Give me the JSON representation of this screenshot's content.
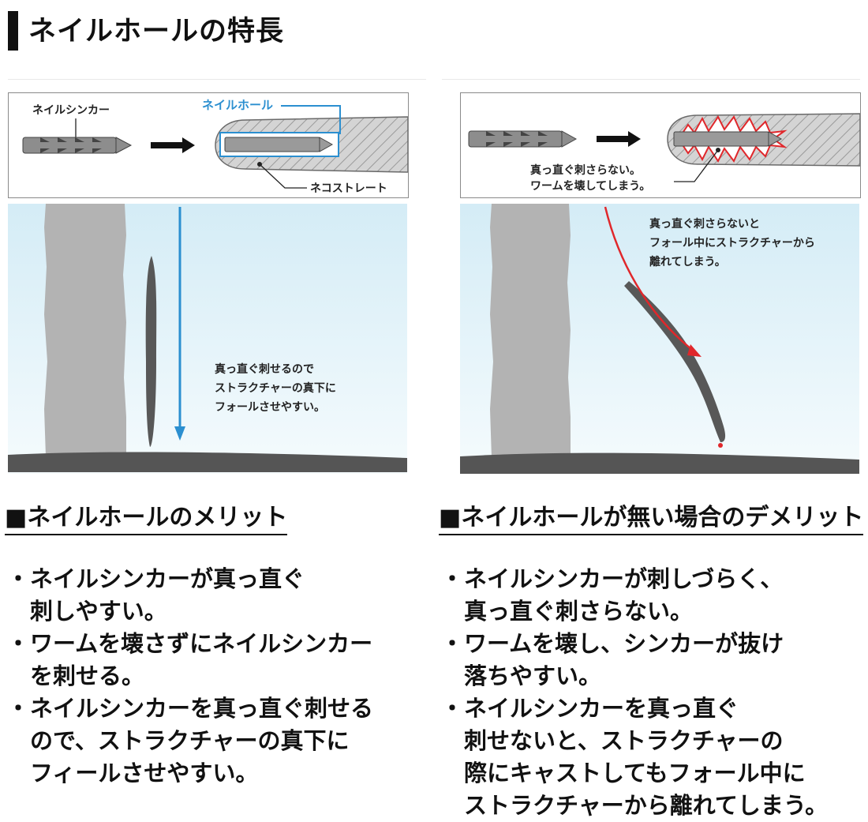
{
  "title": "ネイルホールの特長",
  "left_panel": {
    "label_sinker": "ネイルシンカー",
    "label_hole": "ネイルホール",
    "label_worm": "ネコストレート",
    "scene_caption": [
      "真っ直ぐ刺せるので",
      "ストラクチャーの真下に",
      "フォールさせやすい。"
    ]
  },
  "right_panel": {
    "inset_caption": [
      "真っ直ぐ刺さらない。",
      "ワームを壊してしまう。"
    ],
    "scene_caption": [
      "真っ直ぐ刺さらないと",
      "フォール中にストラクチャーから",
      "離れてしまう。"
    ]
  },
  "merits": {
    "heading": "■ネイルホールのメリット",
    "bullet": "・",
    "items": [
      "ネイルシンカーが真っ直ぐ\n刺しやすい。",
      "ワームを壊さずにネイルシンカー\nを刺せる。",
      "ネイルシンカーを真っ直ぐ刺せる\nので、ストラクチャーの真下に\nフィールさせやすい。"
    ]
  },
  "demerits": {
    "heading": "■ネイルホールが無い場合のデメリット",
    "bullet": "・",
    "items": [
      "ネイルシンカーが刺しづらく、\n真っ直ぐ刺さらない。",
      "ワームを壊し、シンカーが抜け\n落ちやすい。",
      "ネイルシンカーを真っ直ぐ\n刺せないと、ストラクチャーの\n際にキャストしてもフォール中に\nストラクチャーから離れてしまう。"
    ]
  },
  "colors": {
    "accent_blue": "#2b8fd0",
    "accent_red": "#e0272b",
    "water_top": "#d6eef7",
    "pillar": "#b3b3b3",
    "ground": "#555555",
    "worm": "#585858"
  }
}
